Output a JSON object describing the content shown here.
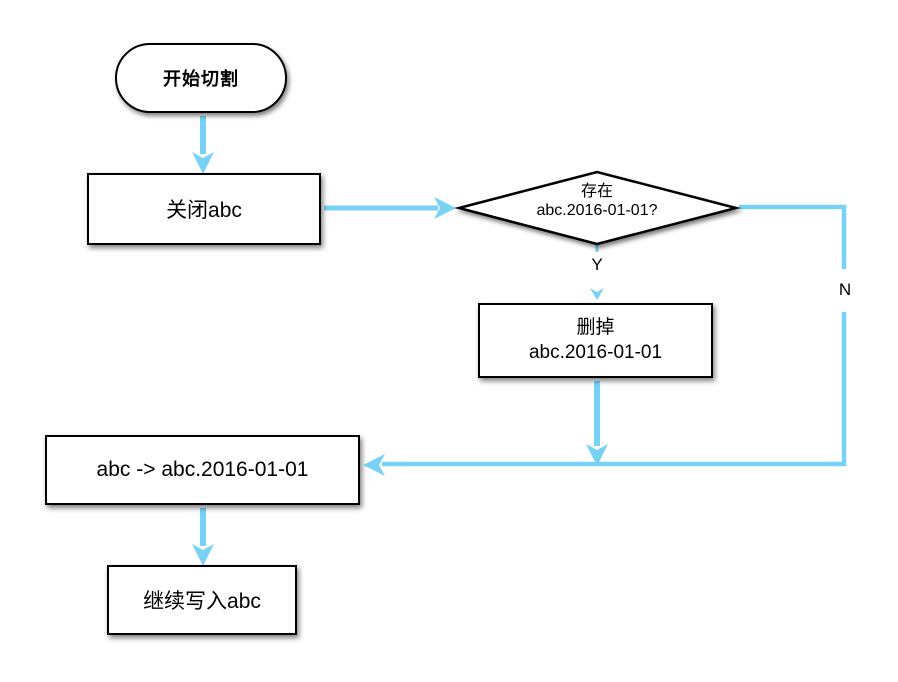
{
  "colors": {
    "arrow": "#78d2f6",
    "border": "#000000",
    "background": "#ffffff",
    "text": "#000000"
  },
  "nodes": {
    "start": {
      "label": "开始切割"
    },
    "close_abc": {
      "label": "关闭abc"
    },
    "decision": {
      "line1": "存在",
      "line2": "abc.2016-01-01?"
    },
    "delete_file": {
      "line1": "删掉",
      "line2": "abc.2016-01-01"
    },
    "rename": {
      "label": "abc -> abc.2016-01-01"
    },
    "continue_write": {
      "label": "继续写入abc"
    }
  },
  "edges": {
    "yes_label": "Y",
    "no_label": "N"
  }
}
